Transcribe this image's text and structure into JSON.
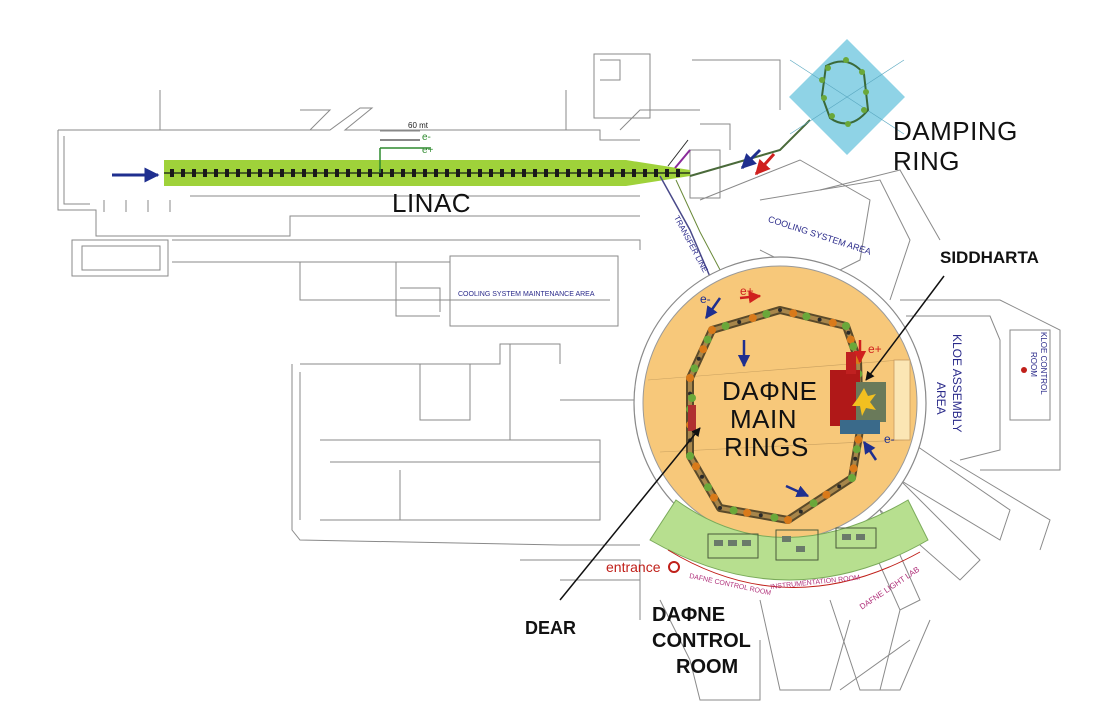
{
  "labels": {
    "linac": "LINAC",
    "damping_ring_line1": "DAMPING",
    "damping_ring_line2": "RING",
    "main_rings_line1": "DAΦNE",
    "main_rings_line2": "MAIN",
    "main_rings_line3": "RINGS",
    "siddharta": "SIDDHARTA",
    "dear": "DEAR",
    "control_room_line1": "DAΦNE",
    "control_room_line2": "CONTROL",
    "control_room_line3": "ROOM",
    "entrance": "entrance",
    "kloe_assembly_area_line1": "KLOE ASSEMBLY",
    "kloe_assembly_area_line2": "AREA",
    "kloe_control_room_line1": "KLOE CONTROL",
    "kloe_control_room_line2": "ROOM",
    "cooling_system_area": "COOLING SYSTEM AREA",
    "cooling_system_maintenance_area": "COOLING SYSTEM MAINTENANCE AREA",
    "transfer_line": "TRANSFER LINE",
    "dafne_control_room_small": "DAFNE CONTROL ROOM",
    "instrumentation_room": "INSTRUMENTATION ROOM",
    "dafne_light_lab": "DAFNE LIGHT LAB",
    "scale": "60 mt",
    "e_minus": "e-",
    "e_plus": "e+"
  },
  "colors": {
    "linac_fill": "#9fd23a",
    "main_ring_fill": "#f7c87a",
    "damping_fill": "#8fd3e6",
    "control_fill": "#b7df8f",
    "wall": "#8a8a8a",
    "arrow_blue": "#1f2f8f",
    "arrow_red": "#d0201e",
    "magnet_orange": "#d97a1a",
    "magnet_green": "#6aa83a",
    "detector_red": "#b01818",
    "entrance_red": "#c0201a"
  }
}
